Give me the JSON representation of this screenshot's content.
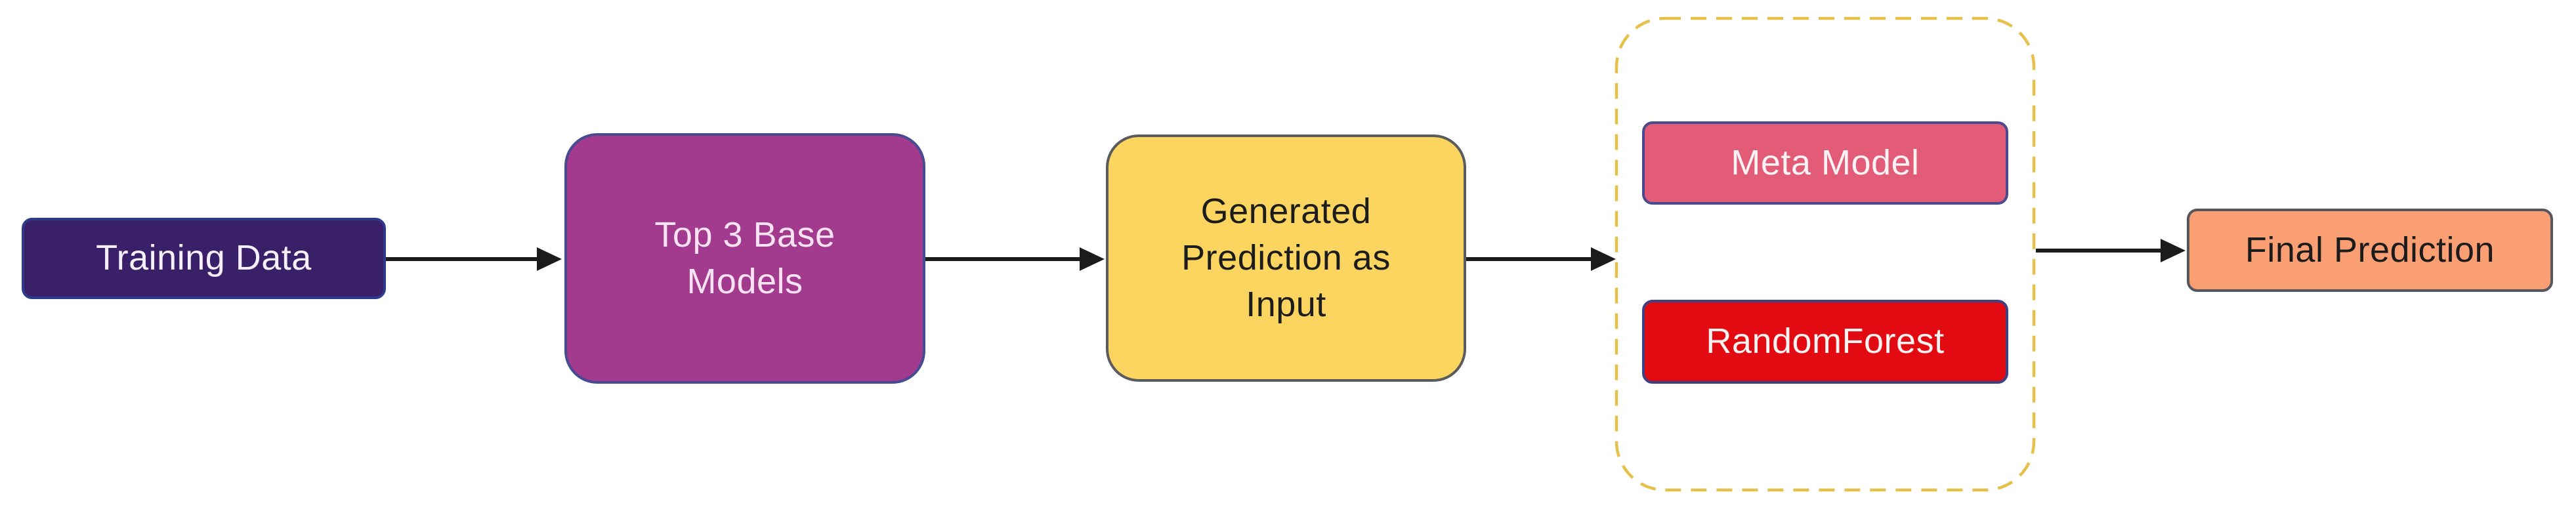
{
  "diagram": {
    "type": "flowchart",
    "background": "#FFFFFF",
    "arrow_color": "#1B1B1B",
    "nodes": {
      "training": {
        "label": "Training Data",
        "fill": "#3A1F69",
        "border": "#2E3B8B",
        "text_color": "#F5F0FA"
      },
      "base_models": {
        "label": "Top 3 Base Models",
        "lines": [
          "Top 3 Base",
          "Models"
        ],
        "fill": "#A23A8E",
        "border": "#474B90",
        "text_color": "#F9E3F3"
      },
      "generated": {
        "label": "Generated Prediction as Input",
        "lines": [
          "Generated",
          "Prediction as",
          "Input"
        ],
        "fill": "#FBD55F",
        "border": "#5A5B5D",
        "text_color": "#1C1C1C"
      },
      "meta": {
        "label": "Meta Model",
        "fill": "#E25B77",
        "border": "#4A4B8F",
        "text_color": "#FDF3F5"
      },
      "random_forest": {
        "label": "RandomForest",
        "fill": "#E30B12",
        "border": "#3E4285",
        "text_color": "#FBF2F2"
      },
      "final": {
        "label": "Final Prediction",
        "fill": "#FA9E73",
        "border": "#55565F",
        "text_color": "#1C1C1C"
      }
    },
    "stacking_group": {
      "border_color": "#E6C14A",
      "border_style": "dashed",
      "members": [
        "meta",
        "random_forest"
      ]
    },
    "connections": [
      {
        "from": "training",
        "to": "base_models"
      },
      {
        "from": "base_models",
        "to": "generated"
      },
      {
        "from": "generated",
        "to": "stacking_group"
      },
      {
        "from": "stacking_group",
        "to": "final"
      }
    ]
  }
}
